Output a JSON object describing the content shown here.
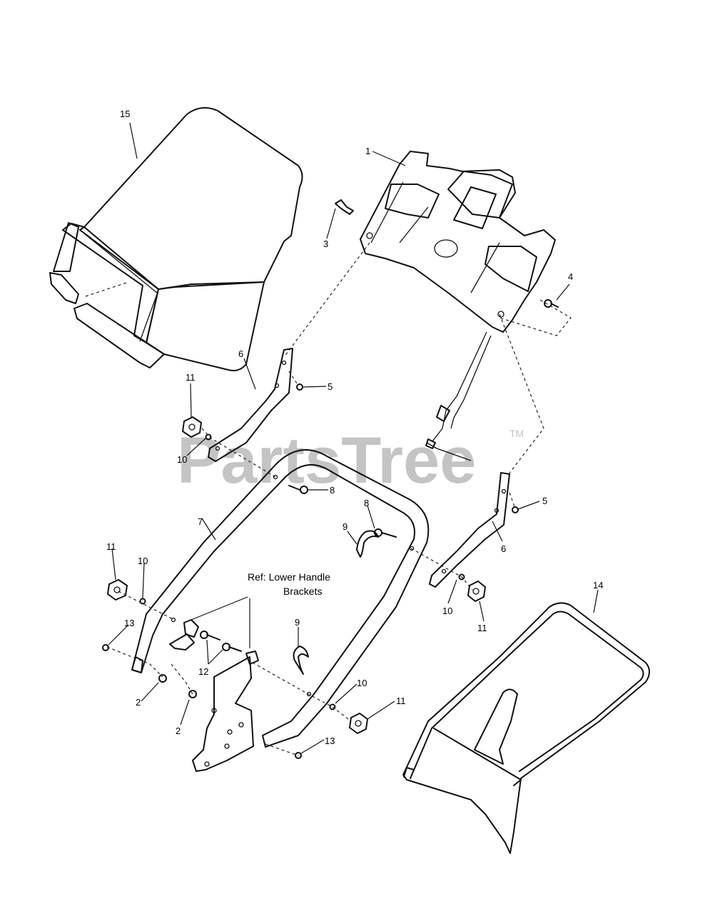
{
  "diagram": {
    "watermark": "PartsTree",
    "watermark_tm": "TM",
    "ref_note_line1": "Ref: Lower Handle",
    "ref_note_line2": "Brackets",
    "callouts": {
      "c1": "1",
      "c2a": "2",
      "c2b": "2",
      "c3": "3",
      "c4": "4",
      "c5a": "5",
      "c5b": "5",
      "c6a": "6",
      "c6b": "6",
      "c7": "7",
      "c8a": "8",
      "c8b": "8",
      "c9a": "9",
      "c9b": "9",
      "c10a": "10",
      "c10b": "10",
      "c10c": "10",
      "c10d": "10",
      "c11a": "11",
      "c11b": "11",
      "c11c": "11",
      "c11d": "11",
      "c12": "12",
      "c13a": "13",
      "c13b": "13",
      "c14": "14",
      "c15": "15"
    }
  }
}
